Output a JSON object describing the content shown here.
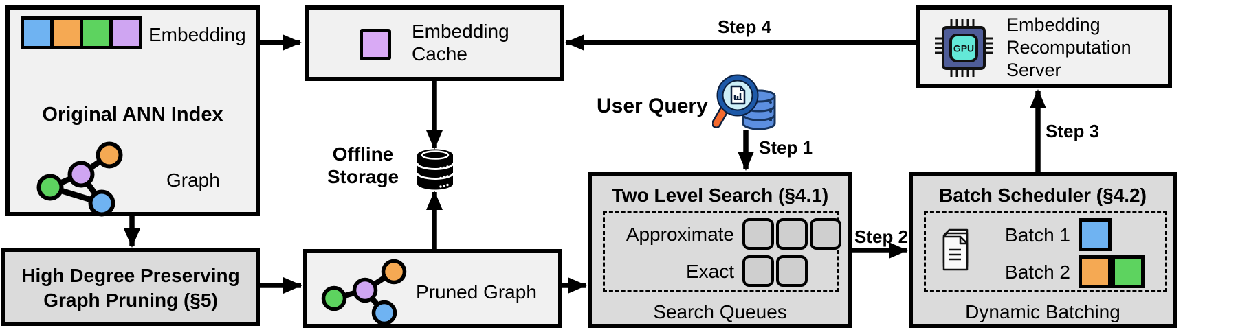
{
  "colors": {
    "blue": "#6FB3F2",
    "orange": "#F5A953",
    "green": "#5DD35F",
    "purple": "#CFA5F2",
    "cache_purple": "#D9AAF5",
    "box_light": "#F1F1F1",
    "box_dark": "#DBDBDB",
    "queue_fill": "#CFCFCF",
    "gpu_body": "#4F5D99",
    "gpu_core": "#63E8D7",
    "query_db_blue": "#5C8FE0",
    "query_db_stroke": "#16335C",
    "query_lens": "#CDEEF7",
    "query_ring": "#1D59A8",
    "query_handle": "#F2692E"
  },
  "ann_index": {
    "title": "Original ANN Index",
    "embedding_label": "Embedding",
    "graph_label": "Graph",
    "embedding_chip_colors": [
      "#6FB3F2",
      "#F5A953",
      "#5DD35F",
      "#CFA5F2"
    ]
  },
  "embedding_cache": {
    "title": "Embedding Cache"
  },
  "offline_storage": {
    "label": "Offline Storage"
  },
  "user_query": {
    "label": "User Query"
  },
  "graph_pruning": {
    "title": "High Degree Preserving Graph Pruning (§5)"
  },
  "pruned_graph": {
    "label": "Pruned Graph"
  },
  "two_level_search": {
    "title": "Two Level Search (§4.1)",
    "approximate_label": "Approximate",
    "exact_label": "Exact",
    "approximate_queue_count": 3,
    "exact_queue_count": 2,
    "caption": "Search Queues"
  },
  "batch_scheduler": {
    "title": "Batch Scheduler (§4.2)",
    "batch1_label": "Batch 1",
    "batch2_label": "Batch 2",
    "batch1_colors": [
      "#6FB3F2"
    ],
    "batch2_colors": [
      "#F5A953",
      "#5DD35F"
    ],
    "caption": "Dynamic Batching"
  },
  "recomputation_server": {
    "title": "Embedding Recomputation Server",
    "gpu_label": "GPU"
  },
  "steps": {
    "step1": "Step 1",
    "step2": "Step 2",
    "step3": "Step 3",
    "step4": "Step 4"
  }
}
